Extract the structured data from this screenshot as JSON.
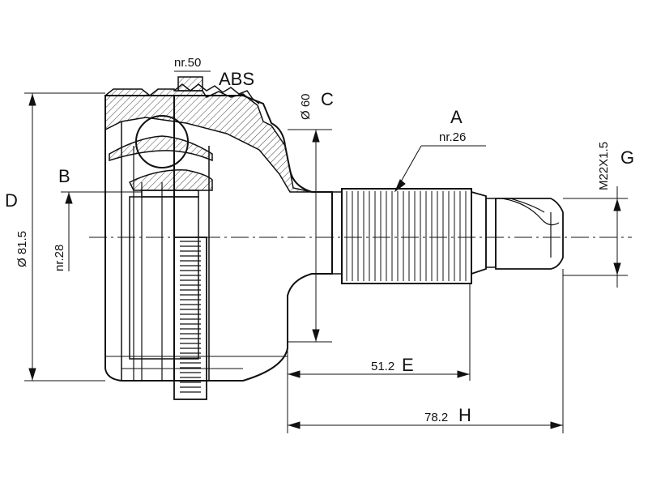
{
  "labels": {
    "A": "A",
    "A_sub": "nr.26",
    "ABS": "ABS",
    "abs_sub": "nr.50",
    "B": "B",
    "B_sub": "nr.28",
    "C": "C",
    "C_dim": "Ø 60",
    "D": "D",
    "D_dim": "Ø 81.5",
    "E": "E",
    "E_dim": "51.2",
    "G": "G",
    "G_dim": "M22X1.5",
    "H": "H",
    "H_dim": "78.2"
  },
  "colors": {
    "ink": "#111111",
    "background": "#ffffff"
  }
}
